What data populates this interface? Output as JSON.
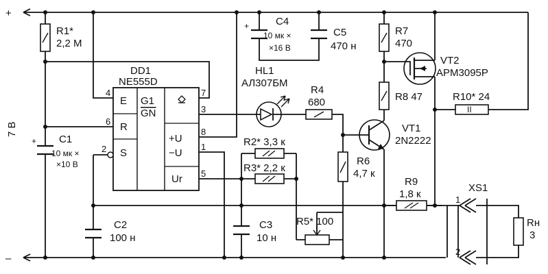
{
  "rails": {
    "plus": "+",
    "minus": "–"
  },
  "supply": {
    "voltage": "7 В"
  },
  "ic": {
    "ref": "DD1",
    "part": "NE555D",
    "blocks": {
      "e": "E",
      "r": "R",
      "s": "S",
      "g1": "G1",
      "gn": "GN",
      "plus_u": "+U",
      "minus_u": "−U",
      "u_r": "Ur"
    },
    "pins": [
      "4",
      "6",
      "2",
      "7",
      "3",
      "8",
      "1",
      "5"
    ]
  },
  "components": {
    "r1": {
      "ref": "R1*",
      "value": "2,2 М"
    },
    "c1": {
      "ref": "C1",
      "value1": "10 мк ×",
      "value2": "×10 В"
    },
    "c2": {
      "ref": "C2",
      "value": "100 н"
    },
    "c3": {
      "ref": "C3",
      "value": "10 н"
    },
    "c4": {
      "ref": "C4",
      "value1": "10 мк ×",
      "value2": "×16 В"
    },
    "c5": {
      "ref": "C5",
      "value": "470 н"
    },
    "hl1": {
      "ref": "HL1",
      "part": "АЛ307БМ"
    },
    "r4": {
      "ref": "R4",
      "value": "680"
    },
    "r2": {
      "label": "R2* 3,3 к"
    },
    "r3": {
      "label": "R3* 2,2 к"
    },
    "r5": {
      "label": "R5* 100"
    },
    "r6": {
      "ref": "R6",
      "value": "4,7 к"
    },
    "r7": {
      "ref": "R7",
      "value": "470"
    },
    "r8": {
      "label": "R8 47"
    },
    "r9": {
      "ref": "R9",
      "value": "1,8 к"
    },
    "r10": {
      "label": "R10* 24",
      "mark": "II"
    },
    "vt1": {
      "ref": "VT1",
      "part": "2N2222"
    },
    "vt2": {
      "ref": "VT2",
      "part": "APM3095P"
    },
    "xs1": {
      "ref": "XS1",
      "pin1": "1",
      "pin2": "2"
    },
    "load": {
      "ref": "Rн",
      "value": "3"
    }
  }
}
